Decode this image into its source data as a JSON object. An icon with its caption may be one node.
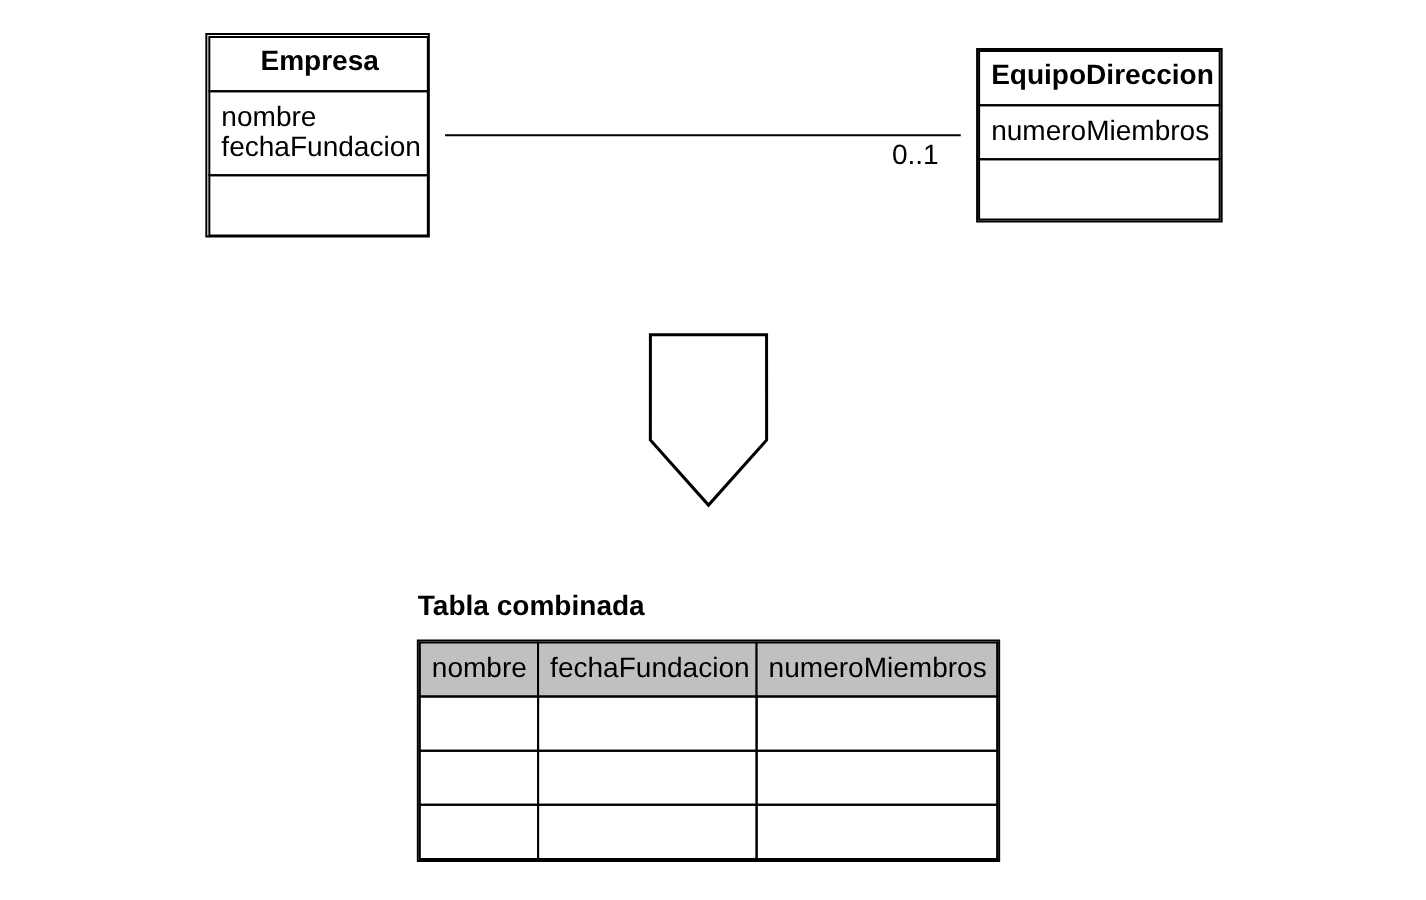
{
  "diagram": {
    "nodes": [
      {
        "text": [
          "Empresa",
          "nombre",
          "fechaFundacion"
        ]
      },
      {
        "text": [
          "EquipoDireccion",
          "numeroMiembros"
        ]
      },
      {
        "text": [],
        "shape": "arrow"
      },
      {
        "text": [
          "Tabla combinada",
          "nombre",
          "fechaFundacion",
          "numeroMiembros"
        ]
      }
    ],
    "edges": [
      {
        "from": 0,
        "to": 1,
        "arrow": "none",
        "label": "0..1"
      }
    ]
  }
}
